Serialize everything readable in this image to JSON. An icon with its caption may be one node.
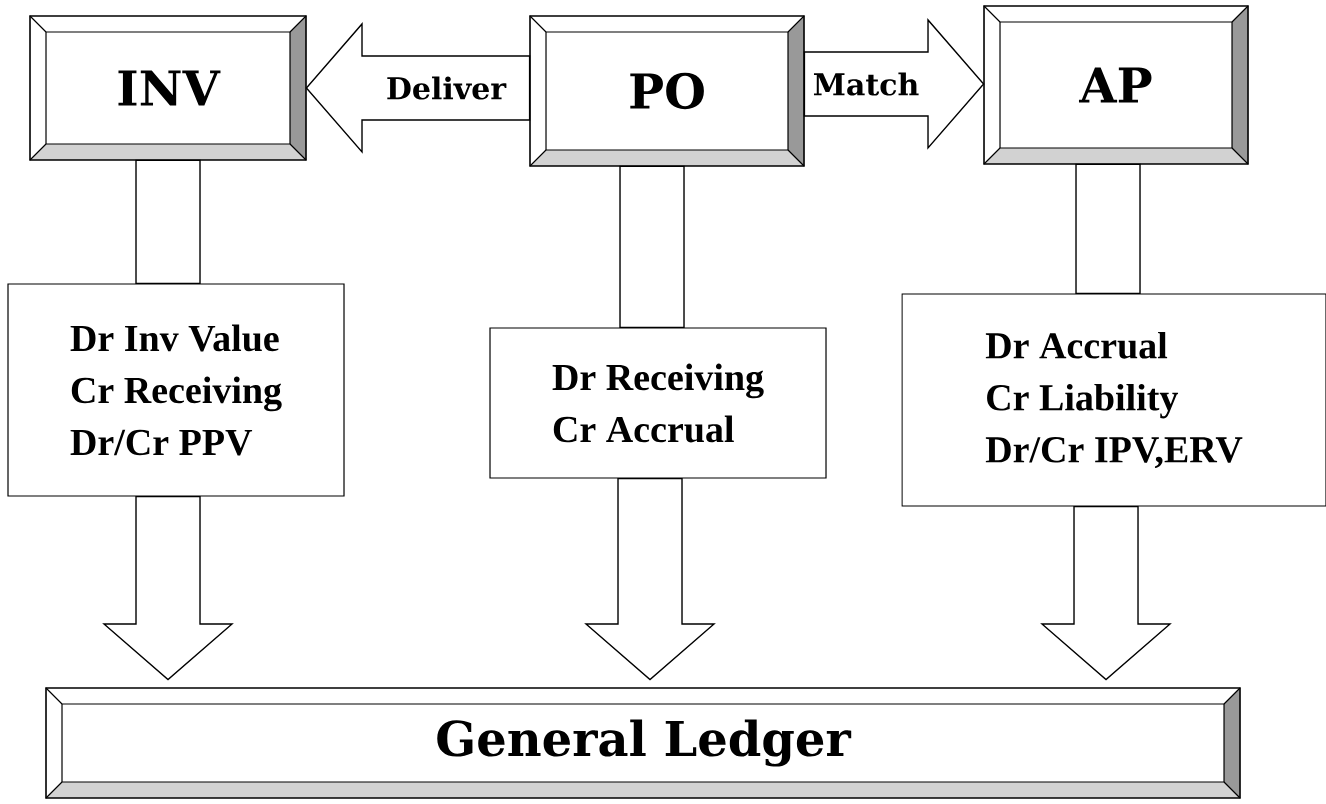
{
  "diagram": {
    "nodes": [
      {
        "text": [
          "INV"
        ]
      },
      {
        "text": [
          "PO"
        ]
      },
      {
        "text": [
          "AP"
        ]
      },
      {
        "text": [
          "Dr Inv Value",
          "Cr Receiving",
          "Dr/Cr PPV"
        ]
      },
      {
        "text": [
          "Dr Receiving",
          "Cr Accrual"
        ]
      },
      {
        "text": [
          "Dr Accrual",
          "Cr Liability",
          "Dr/Cr IPV,ERV"
        ]
      },
      {
        "text": [
          "General Ledger"
        ]
      }
    ],
    "edges": [
      {
        "from": 1,
        "to": 0,
        "arrow": "to",
        "label": "Deliver"
      },
      {
        "from": 1,
        "to": 2,
        "arrow": "to",
        "label": "Match"
      },
      {
        "from": 0,
        "to": 3,
        "arrow": "none"
      },
      {
        "from": 1,
        "to": 4,
        "arrow": "none"
      },
      {
        "from": 2,
        "to": 5,
        "arrow": "none"
      },
      {
        "from": 3,
        "to": 6,
        "arrow": "to"
      },
      {
        "from": 4,
        "to": 6,
        "arrow": "to"
      },
      {
        "from": 5,
        "to": 6,
        "arrow": "to"
      }
    ]
  }
}
